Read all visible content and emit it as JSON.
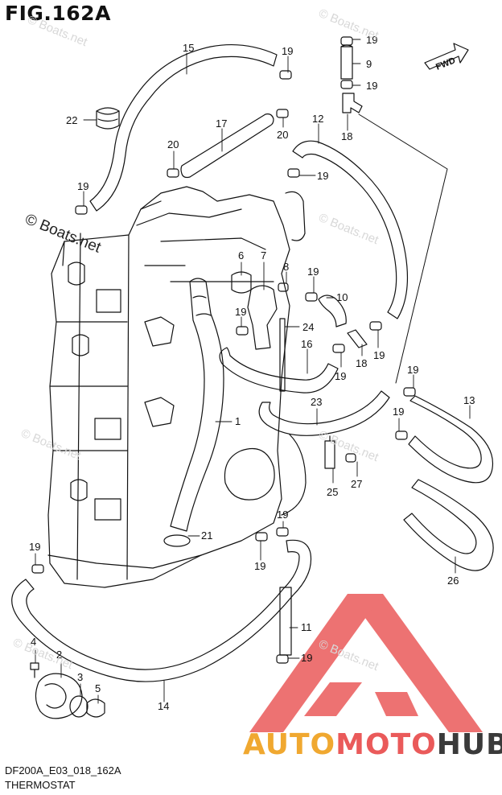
{
  "figure": {
    "title": "FIG.162A",
    "code": "DF200A_E03_018_162A",
    "caption": "THERMOSTAT",
    "copyright": "© Boats.net",
    "watermark": "© Boats.net",
    "fwd_label": "FWD"
  },
  "logo": {
    "part1": "AUTO",
    "part2": "MOTO",
    "part3": "HUB",
    "colors": {
      "accent": "#ea5a5a",
      "secondary": "#f0a830",
      "dark": "#3a3a3a"
    }
  },
  "callouts": [
    {
      "id": "c15",
      "label": "15"
    },
    {
      "id": "c19a",
      "label": "19"
    },
    {
      "id": "c19b",
      "label": "19"
    },
    {
      "id": "c9",
      "label": "9"
    },
    {
      "id": "c19c",
      "label": "19"
    },
    {
      "id": "c22",
      "label": "22"
    },
    {
      "id": "c17",
      "label": "17"
    },
    {
      "id": "c20a",
      "label": "20"
    },
    {
      "id": "c20b",
      "label": "20"
    },
    {
      "id": "c12",
      "label": "12"
    },
    {
      "id": "c18a",
      "label": "18"
    },
    {
      "id": "c19d",
      "label": "19"
    },
    {
      "id": "c19e",
      "label": "19"
    },
    {
      "id": "c6",
      "label": "6"
    },
    {
      "id": "c7",
      "label": "7"
    },
    {
      "id": "c8",
      "label": "8"
    },
    {
      "id": "c19f",
      "label": "19"
    },
    {
      "id": "c10",
      "label": "10"
    },
    {
      "id": "c19g",
      "label": "19"
    },
    {
      "id": "c24",
      "label": "24"
    },
    {
      "id": "c16",
      "label": "16"
    },
    {
      "id": "c19h",
      "label": "19"
    },
    {
      "id": "c18b",
      "label": "18"
    },
    {
      "id": "c19i",
      "label": "19"
    },
    {
      "id": "c19j",
      "label": "19"
    },
    {
      "id": "c13",
      "label": "13"
    },
    {
      "id": "c23",
      "label": "23"
    },
    {
      "id": "c1",
      "label": "1"
    },
    {
      "id": "c19k",
      "label": "19"
    },
    {
      "id": "c25",
      "label": "25"
    },
    {
      "id": "c27",
      "label": "27"
    },
    {
      "id": "c21",
      "label": "21"
    },
    {
      "id": "c19l",
      "label": "19"
    },
    {
      "id": "c19m",
      "label": "19"
    },
    {
      "id": "c19n",
      "label": "19"
    },
    {
      "id": "c26",
      "label": "26"
    },
    {
      "id": "c11",
      "label": "11"
    },
    {
      "id": "c4",
      "label": "4"
    },
    {
      "id": "c2",
      "label": "2"
    },
    {
      "id": "c3",
      "label": "3"
    },
    {
      "id": "c5",
      "label": "5"
    },
    {
      "id": "c19o",
      "label": "19"
    },
    {
      "id": "c14",
      "label": "14"
    }
  ]
}
